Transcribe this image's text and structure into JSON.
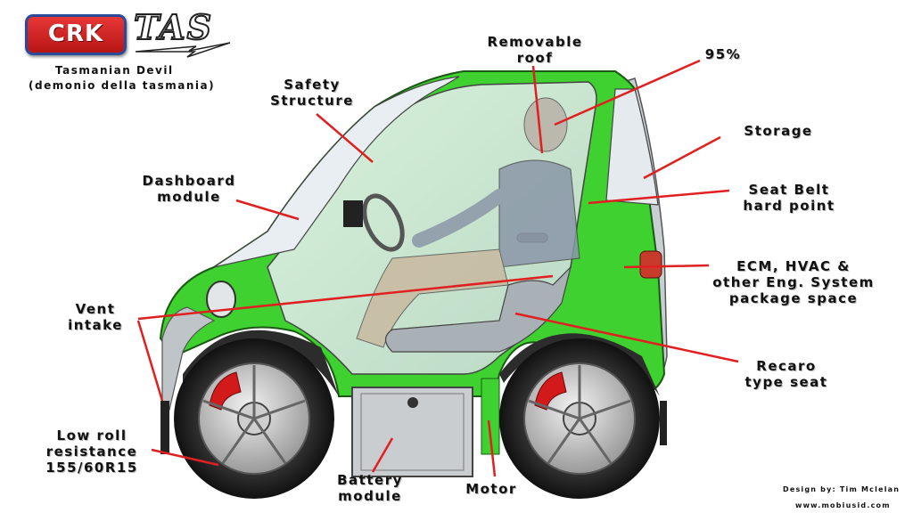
{
  "branding": {
    "logo_text": "CRK",
    "model_name": "TAS",
    "subtitle_line1": "Tasmanian Devil",
    "subtitle_line2": "(demonio della tasmania)"
  },
  "labels": {
    "removable_roof": [
      "Removable",
      "roof"
    ],
    "percentile": [
      "95%"
    ],
    "safety_structure": [
      "Safety",
      "Structure"
    ],
    "storage": [
      "Storage"
    ],
    "dashboard_module": [
      "Dashboard",
      "module"
    ],
    "seat_belt": [
      "Seat Belt",
      "hard point"
    ],
    "ecm": [
      "ECM, HVAC &",
      "other Eng. System",
      "package space"
    ],
    "vent_intake": [
      "Vent",
      "intake"
    ],
    "recaro_seat": [
      "Recaro",
      "type seat"
    ],
    "tire": [
      "Low roll",
      "resistance",
      "155/60R15"
    ],
    "battery_module": [
      "Battery",
      "module"
    ],
    "motor": [
      "Motor"
    ]
  },
  "credits": {
    "designer": "Design by: Tim Mclelan",
    "website": "www.mobiusid.com"
  },
  "colors": {
    "body_green": "#3fd12f",
    "body_green_dark": "#1f9a18",
    "glass": "#e4ecef",
    "leader_line": "#e02020",
    "brake_caliper": "#d21a1a",
    "logo_red": "#d42525",
    "logo_border": "#2a4a9a"
  }
}
